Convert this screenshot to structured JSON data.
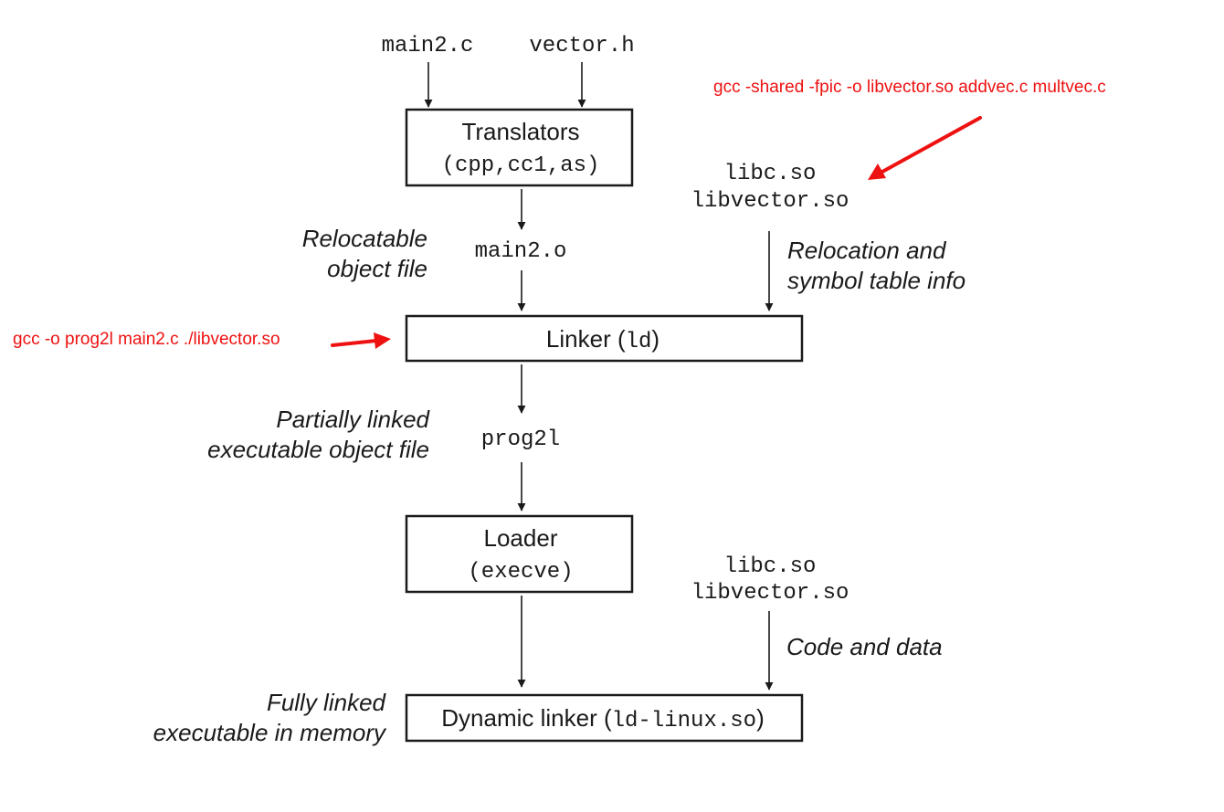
{
  "colors": {
    "ink": "#1a1a1a",
    "annotation": "#ee1111",
    "background": "#ffffff"
  },
  "inputs": {
    "main_source": "main2.c",
    "header": "vector.h"
  },
  "boxes": {
    "translators": {
      "title": "Translators",
      "subtitle": "(cpp,cc1,as)"
    },
    "linker": {
      "title": "Linker (",
      "tool": "ld",
      "close": ")"
    },
    "loader": {
      "title": "Loader",
      "subtitle": "(execve)"
    },
    "dynamic_linker": {
      "title": "Dynamic linker (",
      "tool": "ld-linux.so",
      "close": ")"
    }
  },
  "intermediate": {
    "object_file": "main2.o",
    "executable": "prog2l"
  },
  "libraries_top": [
    "libc.so",
    "libvector.so"
  ],
  "libraries_bottom": [
    "libc.so",
    "libvector.so"
  ],
  "labels": {
    "relocatable": [
      "Relocatable",
      "object file"
    ],
    "relocation_info": [
      "Relocation and",
      "symbol table info"
    ],
    "partially_linked": [
      "Partially linked",
      "executable object file"
    ],
    "code_and_data": "Code and data",
    "fully_linked": [
      "Fully linked",
      "executable in memory"
    ]
  },
  "annotations": {
    "shared_lib_command": "gcc -shared -fpic -o libvector.so addvec.c multvec.c",
    "link_command": "gcc -o prog2l main2.c ./libvector.so"
  }
}
